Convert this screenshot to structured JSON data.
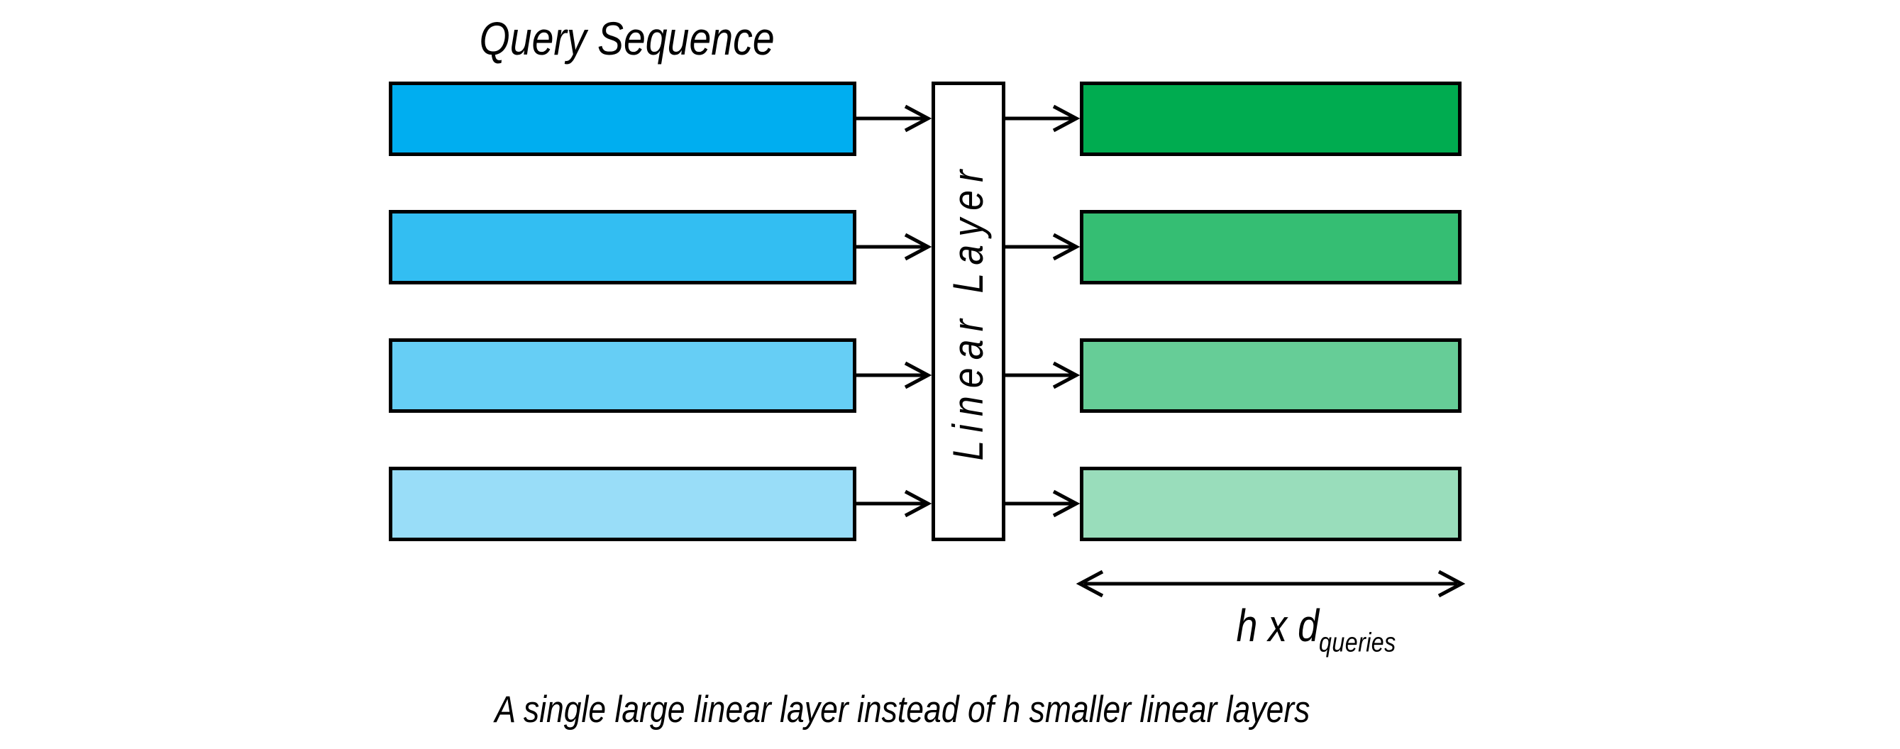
{
  "diagram": {
    "title": "Query Sequence",
    "caption": "A single large linear layer instead of h smaller linear layers",
    "linear_layer_label": "Linear Layer",
    "width_label": {
      "main": "h x d",
      "subscript": "queries"
    },
    "query_bar_colors": [
      "#00AEF0",
      "#33BEF2",
      "#66CEF5",
      "#99DDF8"
    ],
    "output_bar_colors": [
      "#00AC50",
      "#35BE73",
      "#66CD97",
      "#99DDBB"
    ],
    "outline_color": "#000000",
    "background_color": "#FFFFFF"
  }
}
